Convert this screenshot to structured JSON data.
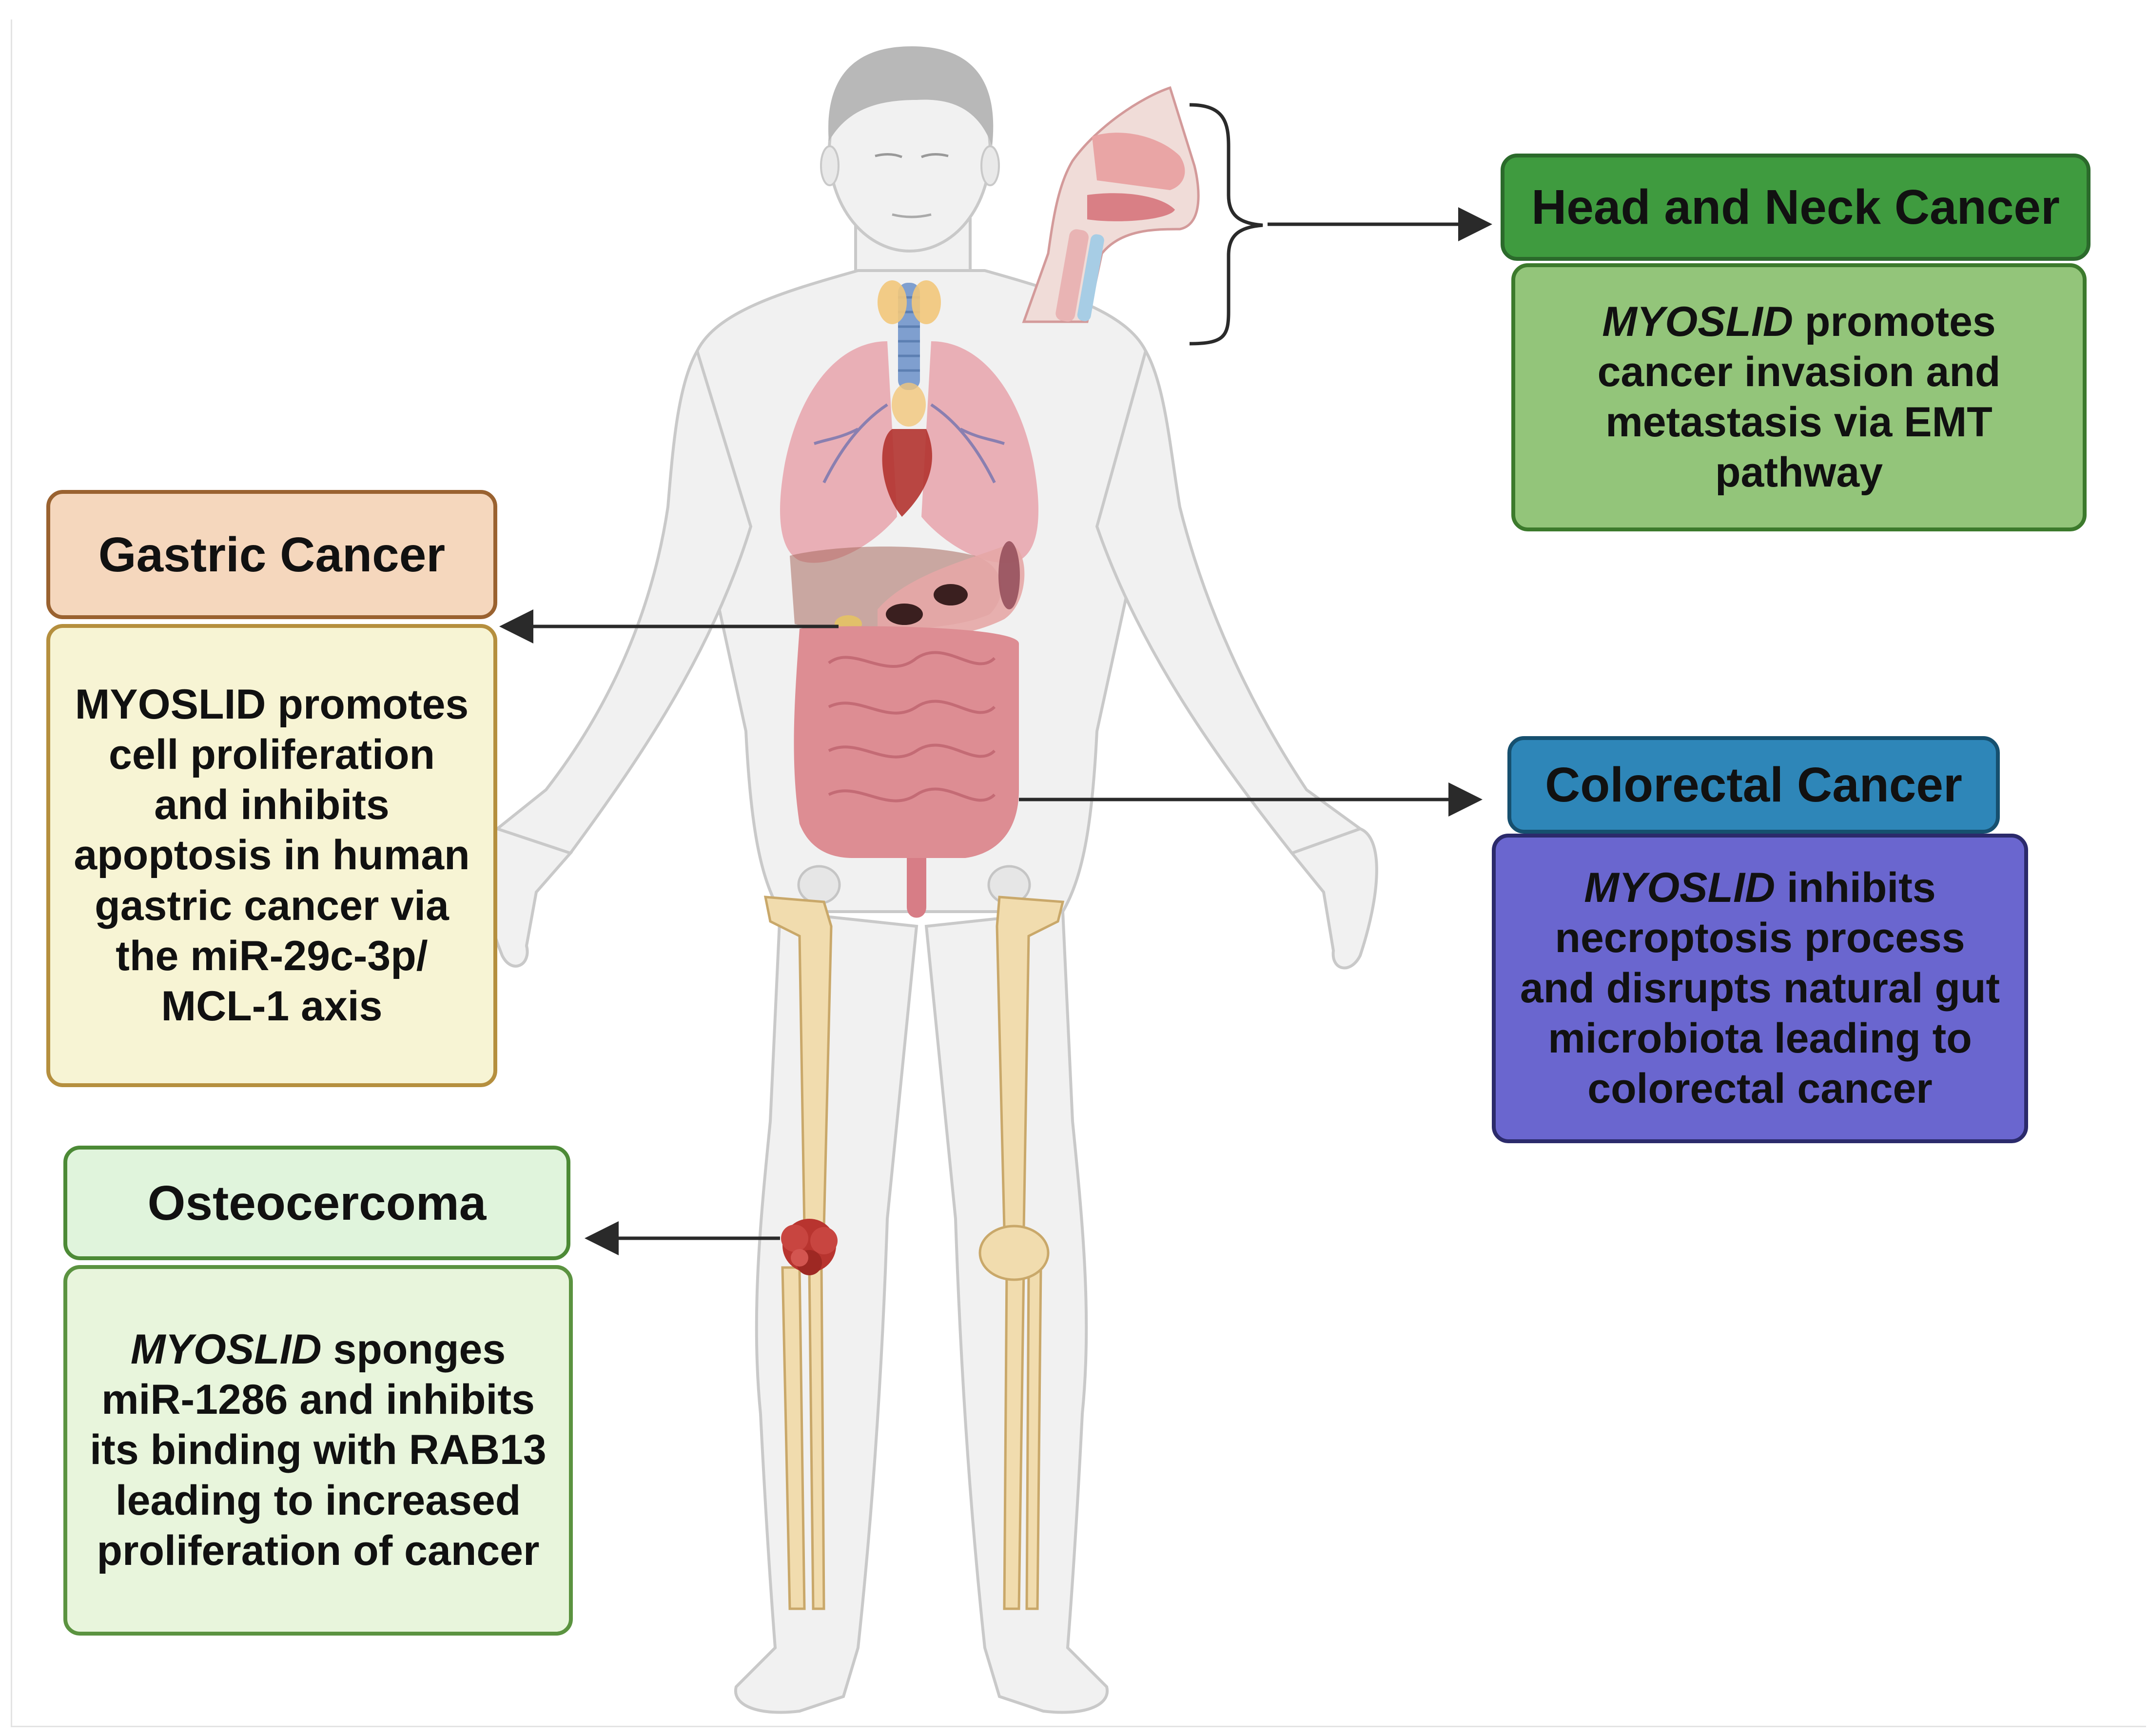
{
  "panels": {
    "head_neck": {
      "title": "Head and Neck Cancer",
      "italic": "MYOSLID",
      "text": " promotes cancer invasion and metastasis via EMT pathway",
      "colors": {
        "title_fill": "#3f9b3f",
        "title_border": "#2b6a2b",
        "body_fill": "#93c57a",
        "body_border": "#3c7a2c"
      }
    },
    "gastric": {
      "title": "Gastric Cancer",
      "text": "MYOSLID promotes cell proliferation and inhibits apoptosis in human gastric cancer via the miR-29c-3p/ MCL-1 axis",
      "colors": {
        "title_fill": "#f5d7bd",
        "title_border": "#9a6230",
        "body_fill": "#f7f4d4",
        "body_border": "#b58f3e"
      }
    },
    "colorectal": {
      "title": "Colorectal Cancer",
      "italic": "MYOSLID",
      "text": " inhibits necroptosis process and disrupts natural gut microbiota leading to colorectal cancer",
      "colors": {
        "title_fill": "#2e86b8",
        "title_border": "#16506f",
        "body_fill": "#6a66cf",
        "body_border": "#2b2a6b"
      }
    },
    "osteo": {
      "title": "Osteocercoma",
      "italic": "MYOSLID",
      "text": " sponges miR-1286 and inhibits its binding with RAB13 leading to increased proliferation of cancer",
      "colors": {
        "title_fill": "#e0f4dc",
        "title_border": "#4c8a36",
        "body_fill": "#e8f5dc",
        "body_border": "#5b9340"
      }
    }
  },
  "illustration": {
    "subject": "human-body-anatomy",
    "colors": {
      "skin": "#f0f0f0",
      "outline": "#cfcfcf",
      "hair": "#b5b5b5",
      "lungs": "#e8a3ac",
      "intestine": "#dd8d93",
      "bone": "#f1dcae",
      "tumor": "#b8342f",
      "trachea": "#7f9fcf",
      "thyroid": "#f2c77a",
      "arrow": "#2a2a2a"
    }
  }
}
